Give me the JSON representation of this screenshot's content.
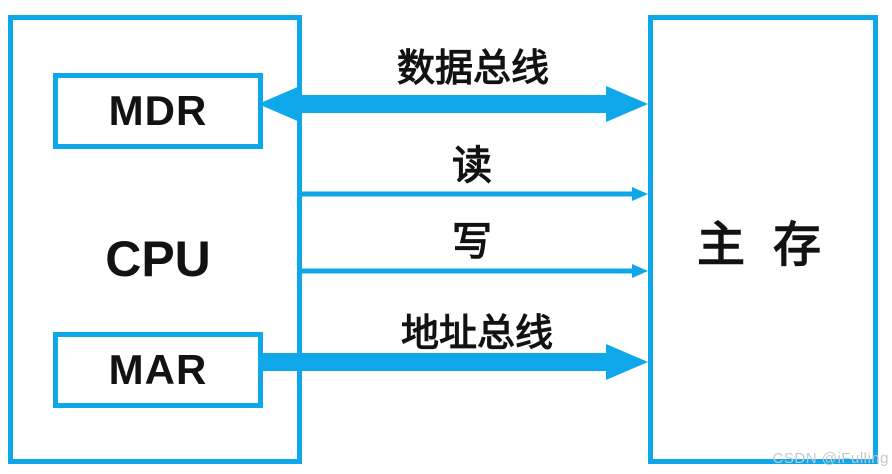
{
  "cpu": {
    "label": "CPU",
    "mdr_label": "MDR",
    "mar_label": "MAR"
  },
  "memory": {
    "label": "主 存"
  },
  "buses": {
    "data": {
      "label": "数据总线",
      "style": "thick",
      "direction": "bidirectional"
    },
    "read": {
      "label": "读",
      "style": "thin",
      "direction": "cpu-to-memory"
    },
    "write": {
      "label": "写",
      "style": "thin",
      "direction": "cpu-to-memory"
    },
    "address": {
      "label": "地址总线",
      "style": "thick",
      "direction": "cpu-to-memory"
    }
  },
  "watermark": "CSDN @iFulling",
  "colors": {
    "accent": "#0da7ea",
    "text": "#121212",
    "watermark": "#c4c8ce",
    "background": "#ffffff"
  }
}
